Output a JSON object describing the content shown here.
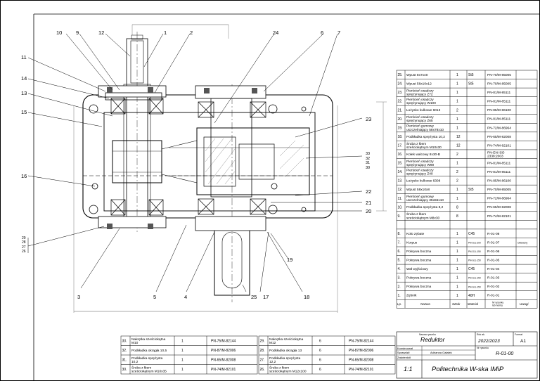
{
  "drawing": {
    "part_callouts_top": [
      "10",
      "9",
      "12",
      "1",
      "2",
      "24",
      "6",
      "7"
    ],
    "part_callouts_left": [
      "11",
      "14",
      "13",
      "15",
      "16",
      "29",
      "28",
      "27",
      "26"
    ],
    "part_callouts_right": [
      "23",
      "33",
      "32",
      "31",
      "30",
      "22",
      "21",
      "20",
      "19"
    ],
    "part_callouts_bottom": [
      "3",
      "5",
      "4",
      "25",
      "17",
      "18"
    ]
  },
  "bom_right": [
    {
      "no": "25.",
      "name": "Wpust 8x7x40",
      "qty": "1",
      "mat": "St5",
      "std": "PN-70/M-85005"
    },
    {
      "no": "24.",
      "name": "Wpust 56x10x12",
      "qty": "1",
      "mat": "St5",
      "std": "PN-70/M-85005"
    },
    {
      "no": "23.",
      "name": "Pierścień osadczy sprężynujący Z72",
      "qty": "1",
      "mat": "",
      "std": "PN-81/M-85111"
    },
    {
      "no": "22.",
      "name": "Pierścień osadczy sprężynujący W100",
      "qty": "1",
      "mat": "",
      "std": "PN-81/M-85111"
    },
    {
      "no": "21.",
      "name": "Łożysko kulkowe 6013",
      "qty": "2",
      "mat": "",
      "std": "PN-85/M-86100"
    },
    {
      "no": "20.",
      "name": "Pierścień osadczy sprężynujący Z65",
      "qty": "1",
      "mat": "",
      "std": "PN-81/M-85111"
    },
    {
      "no": "19.",
      "name": "Pierścień gumowy uszczelniający 58x78x10",
      "qty": "1",
      "mat": "",
      "std": "PN-72/M-86964"
    },
    {
      "no": "18.",
      "name": "Podkładka sprężysta 10,2",
      "qty": "12",
      "mat": "",
      "std": "PN-65/M-82008"
    },
    {
      "no": "17.",
      "name": "Śruba z łbem sześciokątnym M10x30",
      "qty": "12",
      "mat": "",
      "std": "PN-74/M-82101"
    },
    {
      "no": "16.",
      "name": "Kołek walcowy 8x30-B",
      "qty": "2",
      "mat": "",
      "std": "PN-EN ISO 2338:2003"
    },
    {
      "no": "15.",
      "name": "Pierścień osadczy sprężynujący W90",
      "qty": "1",
      "mat": "",
      "std": "PN-81/M-85111"
    },
    {
      "no": "14.",
      "name": "Pierścień osadczy sprężynujący Z40",
      "qty": "2",
      "mat": "",
      "std": "PN-81/M-85111"
    },
    {
      "no": "13.",
      "name": "Łożysko kulkowe 6308",
      "qty": "2",
      "mat": "",
      "std": "PN-85/M-86100"
    },
    {
      "no": "12.",
      "name": "Wpust 58x10x8",
      "qty": "1",
      "mat": "St5",
      "std": "PN-70/M-85005"
    },
    {
      "no": "11.",
      "name": "Pierścień gumowy uszczelniający 35x55x10",
      "qty": "1",
      "mat": "",
      "std": "PN-72/M-86964"
    },
    {
      "no": "10.",
      "name": "Podkładka sprężysta 8,2",
      "qty": "8",
      "mat": "",
      "std": "PN-65/M-82008"
    },
    {
      "no": "9.",
      "name": "Śruba z łbem sześciokątnym M8x30",
      "qty": "8",
      "mat": "",
      "std": "PN-74/M-82101"
    },
    {
      "no": "",
      "name": "",
      "qty": "",
      "mat": "",
      "std": ""
    },
    {
      "no": "8.",
      "name": "Koło zębate",
      "qty": "1",
      "mat": "C45",
      "std": "R-01-08",
      "note": ""
    },
    {
      "no": "7.",
      "name": "Korpus",
      "qty": "1",
      "mat": "PN-GJL-200",
      "std": "R-01-07",
      "note": "Odlewany"
    },
    {
      "no": "6.",
      "name": "Pokrywa boczna",
      "qty": "1",
      "mat": "PN-GJL-150",
      "std": "R-01-06",
      "note": ""
    },
    {
      "no": "5.",
      "name": "Pokrywa boczna",
      "qty": "1",
      "mat": "PN-GJL-150",
      "std": "R-01-05",
      "note": ""
    },
    {
      "no": "4.",
      "name": "Wał wyjściowy",
      "qty": "1",
      "mat": "C45",
      "std": "R-01-04",
      "note": ""
    },
    {
      "no": "3.",
      "name": "Pokrywa boczna",
      "qty": "1",
      "mat": "PN-GJL-150",
      "std": "R-01-03",
      "note": ""
    },
    {
      "no": "2.",
      "name": "Pokrywa boczna",
      "qty": "1",
      "mat": "PN-GJL-150",
      "std": "R-01-02",
      "note": ""
    },
    {
      "no": "1.",
      "name": "Zębnik",
      "qty": "1",
      "mat": "40H",
      "std": "R-01-01",
      "note": ""
    }
  ],
  "bom_header": {
    "no": "Lp.",
    "name": "Nazwa",
    "qty": "Sztuk",
    "mat": "Materiał",
    "std": "Nr rysunku lub normy",
    "note": "Uwagi"
  },
  "bom_bottom_left": [
    {
      "no": "33.",
      "name": "Nakrętka sześciokątna M10",
      "qty": "1",
      "std": "PN-75/M-82144"
    },
    {
      "no": "32.",
      "name": "Podkładka okrągła 10,5",
      "qty": "1",
      "std": "PN-87/M-82006"
    },
    {
      "no": "31.",
      "name": "Podkładka sprężysta 10,2",
      "qty": "1",
      "std": "PN-65/M-82008"
    },
    {
      "no": "30.",
      "name": "Śruba z łbem sześciokątnym M10x35",
      "qty": "1",
      "std": "PN-74/M-82101"
    }
  ],
  "bom_bottom_right": [
    {
      "no": "29.",
      "name": "Nakrętka sześciokątna M12",
      "qty": "6",
      "std": "PN-75/M-82144"
    },
    {
      "no": "28.",
      "name": "Podkładka okrągła 13",
      "qty": "6",
      "std": "PN-87/M-82006"
    },
    {
      "no": "27.",
      "name": "Podkładka sprężysta 12,2",
      "qty": "6",
      "std": "PN-65/M-82008"
    },
    {
      "no": "26.",
      "name": "Śruba z łbem sześciokątnym M12x100",
      "qty": "6",
      "std": "PN-74/M-82101"
    }
  ],
  "title_block": {
    "name_label": "Nazwa rysunku",
    "name": "Reduktor",
    "year_label": "Rok ak.",
    "year": "2022/2023",
    "format_label": "Format",
    "format": "A1",
    "designer_label": "Konstruował",
    "checker_label": "Sprawdził",
    "approver_label": "Zatwierdził",
    "designer": "Adrianna Gałałek",
    "drawing_no_label": "Nr rysunku",
    "drawing_no": "R-01-00",
    "scale": "1:1",
    "school": "Politechnika W-ska IMiP"
  },
  "colors": {
    "line": "#000000",
    "dim": "#555555",
    "hatch": "#777777"
  }
}
